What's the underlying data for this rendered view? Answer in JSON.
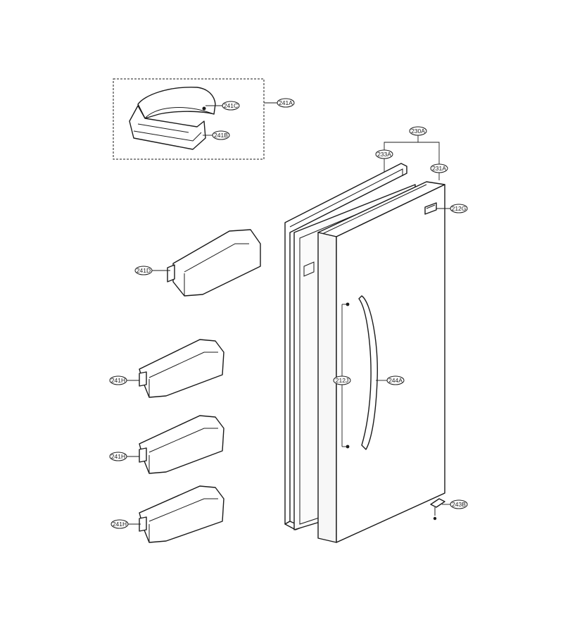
{
  "diagram": {
    "callouts": {
      "c241A": "241A",
      "c241C": "241C",
      "c241B": "241B",
      "c230A": "230A",
      "c233A": "233A",
      "c231A": "231A",
      "c212G": "212G",
      "c241D": "241D",
      "c241H_1": "241H",
      "c212J": "212J",
      "c244A": "244A",
      "c241H_2": "241H",
      "c241H_3": "241H",
      "c243B": "243B"
    }
  }
}
